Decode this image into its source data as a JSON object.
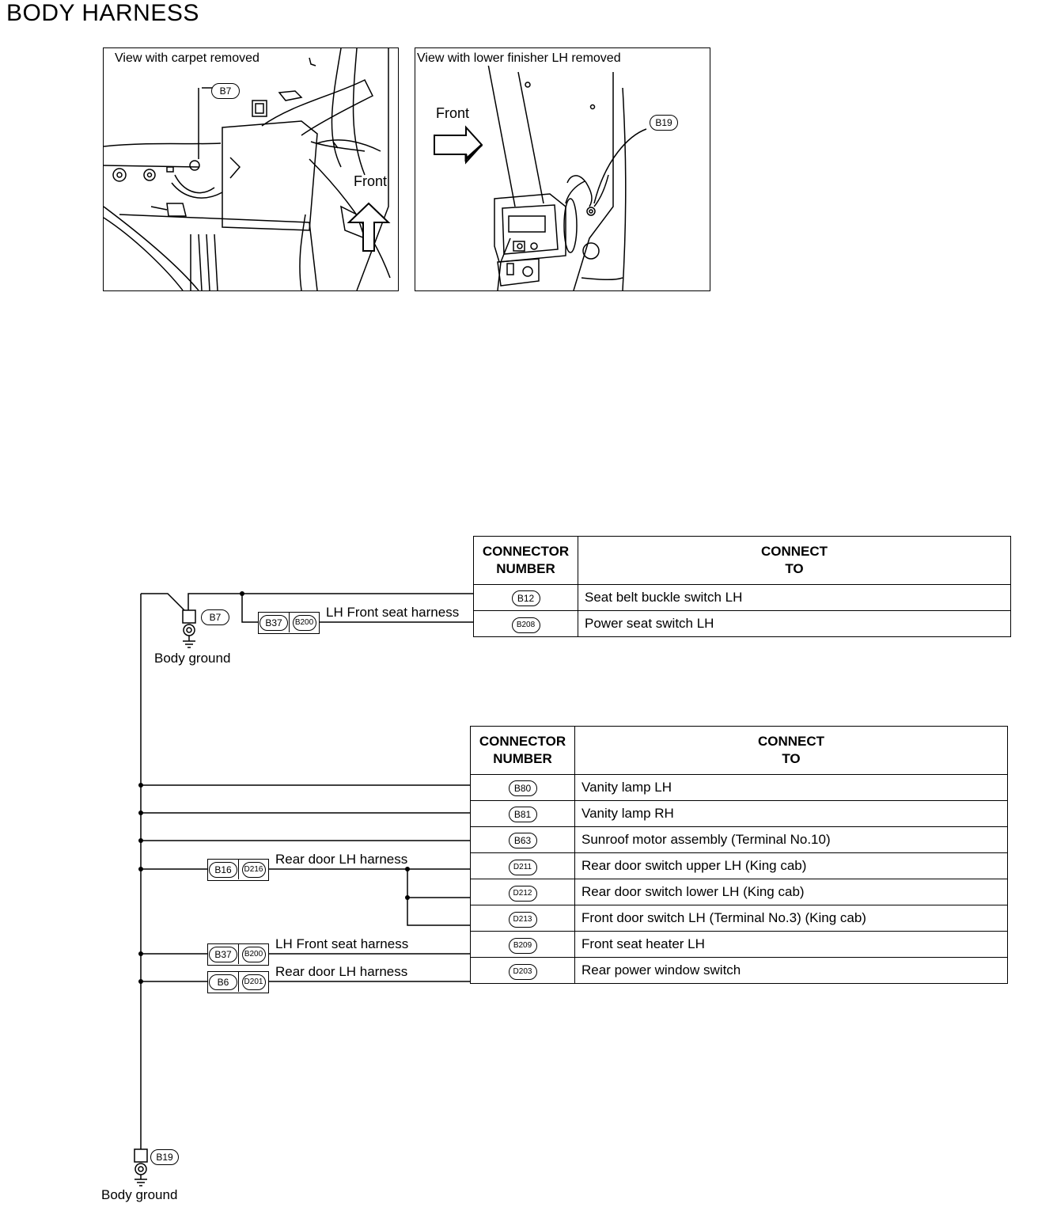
{
  "title": "BODY HARNESS",
  "views": [
    {
      "caption": "View with carpet removed",
      "connector": "B7",
      "direction_label": "Front"
    },
    {
      "caption": "View with lower finisher LH removed",
      "connector": "B19",
      "direction_label": "Front"
    }
  ],
  "grounds": [
    {
      "connector": "B7",
      "label": "Body ground"
    },
    {
      "connector": "B19",
      "label": "Body ground"
    }
  ],
  "harness_links": [
    {
      "left": "B37",
      "right": "B200",
      "label": "LH Front seat harness"
    },
    {
      "left": "B16",
      "right": "D216",
      "label": "Rear door LH harness"
    },
    {
      "left": "B37",
      "right": "B200",
      "label": "LH Front seat harness"
    },
    {
      "left": "B6",
      "right": "D201",
      "label": "Rear door LH harness"
    }
  ],
  "table1": {
    "header_number": "CONNECTOR\nNUMBER",
    "header_connect": "CONNECT\nTO",
    "rows": [
      {
        "connector": "B12",
        "connect_to": "Seat belt buckle switch LH"
      },
      {
        "connector": "B208",
        "connect_to": "Power seat switch LH"
      }
    ]
  },
  "table2": {
    "header_number": "CONNECTOR\nNUMBER",
    "header_connect": "CONNECT\nTO",
    "rows": [
      {
        "connector": "B80",
        "connect_to": "Vanity lamp LH"
      },
      {
        "connector": "B81",
        "connect_to": "Vanity lamp RH"
      },
      {
        "connector": "B63",
        "connect_to": "Sunroof motor assembly (Terminal No.10)"
      },
      {
        "connector": "D211",
        "connect_to": "Rear door switch upper LH (King cab)"
      },
      {
        "connector": "D212",
        "connect_to": "Rear door switch lower LH (King cab)"
      },
      {
        "connector": "D213",
        "connect_to": "Front door switch LH (Terminal No.3) (King cab)"
      },
      {
        "connector": "B209",
        "connect_to": "Front seat heater LH"
      },
      {
        "connector": "D203",
        "connect_to": "Rear power window switch"
      }
    ]
  }
}
